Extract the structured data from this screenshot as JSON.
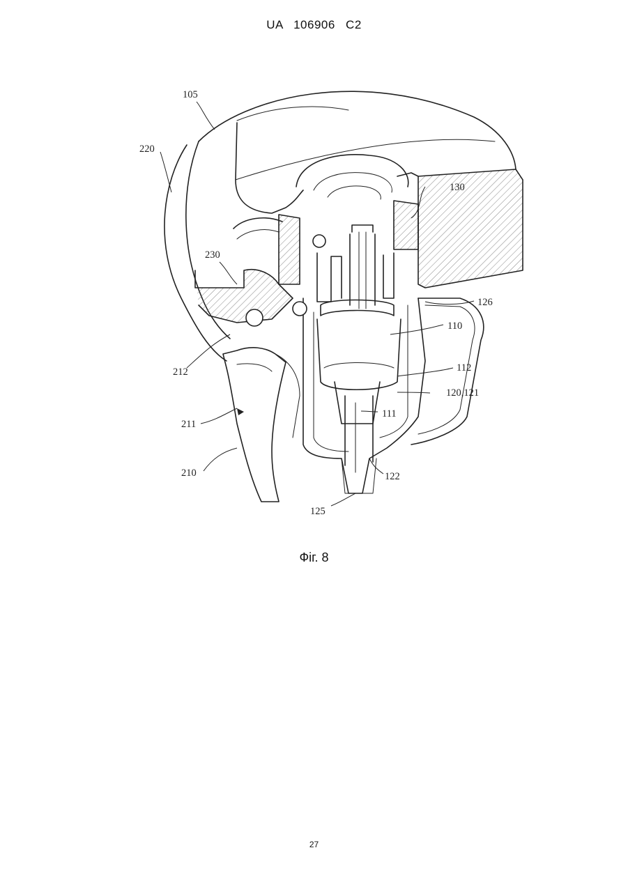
{
  "header": {
    "patent_id": "UA   106906   C2"
  },
  "figure": {
    "caption": "Фіг. 8",
    "reference_labels": {
      "r105": "105",
      "r220": "220",
      "r130": "130",
      "r230": "230",
      "r126": "126",
      "r110": "110",
      "r212": "212",
      "r112": "112",
      "r120": "120,121",
      "r211": "211",
      "r111": "111",
      "r210": "210",
      "r122": "122",
      "r125": "125"
    }
  },
  "footer": {
    "page_number": "27"
  }
}
